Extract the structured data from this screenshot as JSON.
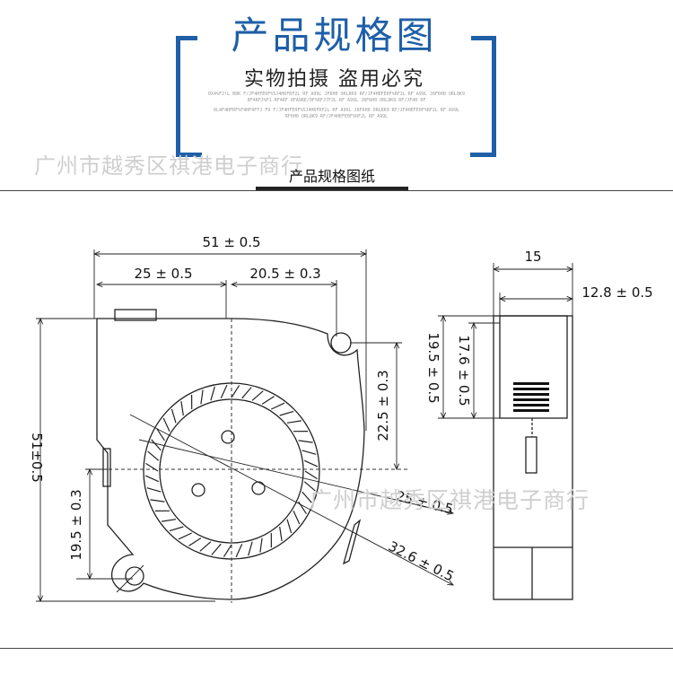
{
  "header": {
    "title": "产品规格图",
    "subtitle": "实物拍摄 盗用必究",
    "fine_print": [
      "0X4%FJ!L B8K F/JF4HFE0F%5J4H6FRF2L RF A99L JF6H0 ORL8K9 RF/JF4HEFE0F%RF2L RF A99L J8F6H0 ORL8K9",
      "8F4RFJ%F1 RF4RF 8FA9RE/0F%RFJ7F2L RF A99L J8F6H0 ORL8K9 RF/JF4H 0F",
      "0L4F4HFRF%F4HF4FFJ F9 F/JF4HFE0F%5J4H6FRF2L RF A99L J8F6H0 ORL8K9 RF/JF4HEFE0F%RF2L RF A99L",
      "RF6H0 ORL8K9 RF/JF4HEFE0F%RF2L RF A99L"
    ]
  },
  "watermark": "广州市越秀区祺港电子商行",
  "section_title": "产品规格图纸",
  "dimensions": {
    "overall_width": "51 ± 0.5",
    "left_width": "25 ± 0.5",
    "hole_offset": "20.5 ± 0.3",
    "hole_vertical": "22.5 ± 0.3",
    "overall_height": "51±0.5",
    "hole_low": "19.5 ± 0.3",
    "inner_dia": "25 ± 0.5",
    "outer_dia": "32.6 ± 0.5",
    "side_width": "15",
    "side_body": "12.8 ± 0.5",
    "side_h1": "19.5 ± 0.5",
    "side_h2": "17.6 ± 0.5"
  },
  "colors": {
    "accent": "#1e5fa8",
    "line": "#222222",
    "watermark": "#cfcfcf"
  }
}
